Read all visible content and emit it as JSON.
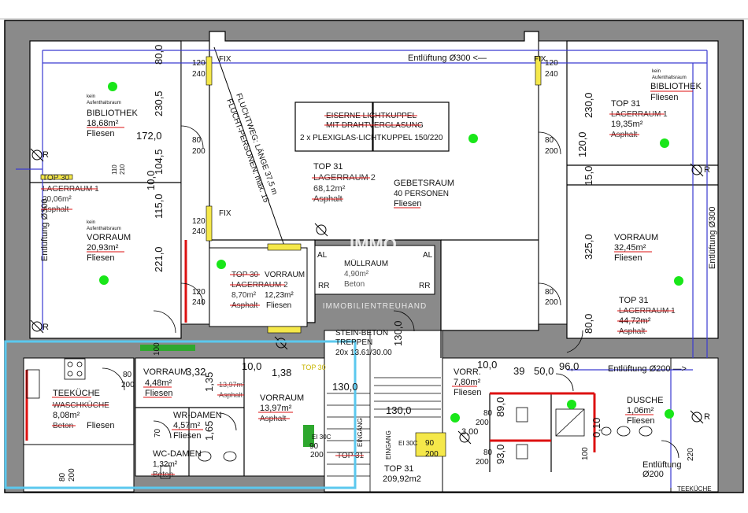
{
  "colors": {
    "background": "#ffffff",
    "outer_wall": "#808080",
    "floor_white": "#ffffff",
    "ventilation_line": "#3a3ad0",
    "door_highlight_yellow": "#f5e84a",
    "green_dot": "#19e619",
    "selection_outline": "#5bc8ee",
    "strike_red": "#d11",
    "underline_red": "#d11",
    "wall_line": "#000000"
  },
  "watermark": {
    "logo": "IMMO",
    "text": "IMMOBILIENTREUHAND"
  },
  "ventilation": {
    "top": "Entlüftung Ø300 <—",
    "left": "Entlüftung Ø300",
    "right": "Entlüftung Ø300",
    "mid_right": "Entlüftung Ø200 —>",
    "bottom_right_1": "Entlüftung",
    "bottom_right_2": "Ø200"
  },
  "rooms": {
    "bib_left": {
      "note1": "kein",
      "note2": "Aufenthaltsraum",
      "name": "BIBLIOTHEK",
      "area": "18,68m²",
      "floor": "Fliesen"
    },
    "lager_left": {
      "title": "TOP 30",
      "name": "LAGERRAUM 1",
      "area": "20,06m²",
      "floor": "Asphalt"
    },
    "vorraum_left": {
      "note1": "kein",
      "note2": "Aufenthaltsraum",
      "name": "VORRAUM",
      "area": "20,93m²",
      "floor": "Fliesen"
    },
    "top31_lager2": {
      "title": "TOP 31",
      "name": "LAGERRAUM 2",
      "area": "68,12m²",
      "floor": "Asphalt"
    },
    "gebetsraum": {
      "name": "GEBETSRAUM",
      "persons": "40 PERSONEN",
      "floor": "Fliesen"
    },
    "lichtkuppel": {
      "line1": "EISERNE LICHTKUPPEL",
      "line2": "MIT DRAHTVERGLASUNG",
      "line3": "2 x PLEXIGLAS-LICHTKUPPEL 150/220"
    },
    "fluchtweg": {
      "line1": "FLUCHTWEG: LÄNGE 37,5 m",
      "line2": "FLUCHT-PERSONEN: max. 15"
    },
    "bib_right": {
      "note1": "kein",
      "note2": "Aufenthaltsraum",
      "name": "BIBLIOTHEK",
      "floor": "Fliesen"
    },
    "top31_lager1_right": {
      "title": "TOP 31",
      "name": "LAGERRAUM 1",
      "area": "19,35m²",
      "floor": "Asphalt"
    },
    "vorraum_right": {
      "name": "VORRAUM",
      "area": "32,45m²",
      "floor": "Fliesen"
    },
    "top31_lager1_lower": {
      "title": "TOP 31",
      "name": "LAGERRAUM 1",
      "area": "44,72m²",
      "floor": "Asphalt"
    },
    "top30_lager2": {
      "title": "TOP 30",
      "name": "LAGERRAUM 2",
      "area": "8,70m²",
      "floor": "Asphalt"
    },
    "vorraum_center": {
      "name": "VORRAUM",
      "area": "12,23m²",
      "floor": "Fliesen"
    },
    "muellraum": {
      "name": "MÜLLRAUM",
      "area": "4,90m²",
      "floor": "Beton"
    },
    "stein_beton": {
      "line1": "STEIN-BETON",
      "line2": "TREPPEN",
      "line3": "20x 13.61/30.00"
    },
    "teekueche": {
      "name": "TEEKÜCHE",
      "alt": "WASCHKÜCHE",
      "area": "8,08m²",
      "floor1": "Beton",
      "floor2": "Fliesen"
    },
    "vorraum_small": {
      "name": "VORRAUM",
      "area": "4,48m²",
      "floor": "Fliesen"
    },
    "wr_damen": {
      "name": "WR-DAMEN",
      "area": "4,57m²",
      "floor": "Fliesen"
    },
    "wc_damen": {
      "name": "WC-DAMEN",
      "area": "1,32m²",
      "floor": "Beton"
    },
    "vorraum_1397": {
      "name": "VORRAUM",
      "area": "13,97m²",
      "floor": "Asphalt"
    },
    "struck_small": {
      "area": "13,97m²",
      "floor": "Asphalt"
    },
    "vorr_right": {
      "name": "VORR.",
      "area": "7,80m²",
      "floor": "Fliesen"
    },
    "dusche": {
      "name": "DUSCHE",
      "area": "1,06m²",
      "floor": "Fliesen"
    },
    "top31_bottom": {
      "title": "TOP 31",
      "area": "209,92m2"
    },
    "top31_eingang": {
      "title": "TOP 31"
    },
    "teekueche_br": {
      "name": "TEEKÜCHE"
    }
  },
  "dimensions": {
    "d80_0": "80,0",
    "d230_5": "230,5",
    "d172_0": "172,0",
    "d104_5": "104,5",
    "d10_0": "10,0",
    "d115_0": "115,0",
    "d221_0": "221,0",
    "d230_0": "230,0",
    "d120_0": "120,0",
    "d15_0": "15,0",
    "d325_0": "325,0",
    "d80_0b": "80,0",
    "d110": "110",
    "d210": "210",
    "d120_240_a": "120",
    "d120_240_b": "240",
    "d80_200_a": "80",
    "d80_200_b": "200",
    "d3_32": "3,32",
    "d10_0b": "10,0",
    "d1_38": "1,38",
    "d1_65": "1,65",
    "d1_35": "1,35",
    "d130_0": "130,0",
    "d130_0b": "130,0",
    "d130_0c": "130,0",
    "d10_0c": "10,0",
    "d39": "39",
    "d50_0": "50,0",
    "d96_0": "96,0",
    "d93_0": "93,0",
    "d89_0": "89,0",
    "d3_00": "3,00",
    "d90_200": "90",
    "d200": "200",
    "d70": "70",
    "d100": "100",
    "d220": "220",
    "d0_110": "0,10",
    "d10_0d": "10,0"
  },
  "labels": {
    "fix1": "FIX",
    "fix2": "FIX",
    "fix3": "FIX",
    "al1": "AL",
    "al2": "AL",
    "rr1": "RR",
    "rr2": "RR",
    "r_marker": "R",
    "eingang1": "EINGANG",
    "eingang2": "EINGANG",
    "el30c": "EI 30C",
    "el30c2": "EI 30C",
    "top30_tag": "TOP 30"
  }
}
